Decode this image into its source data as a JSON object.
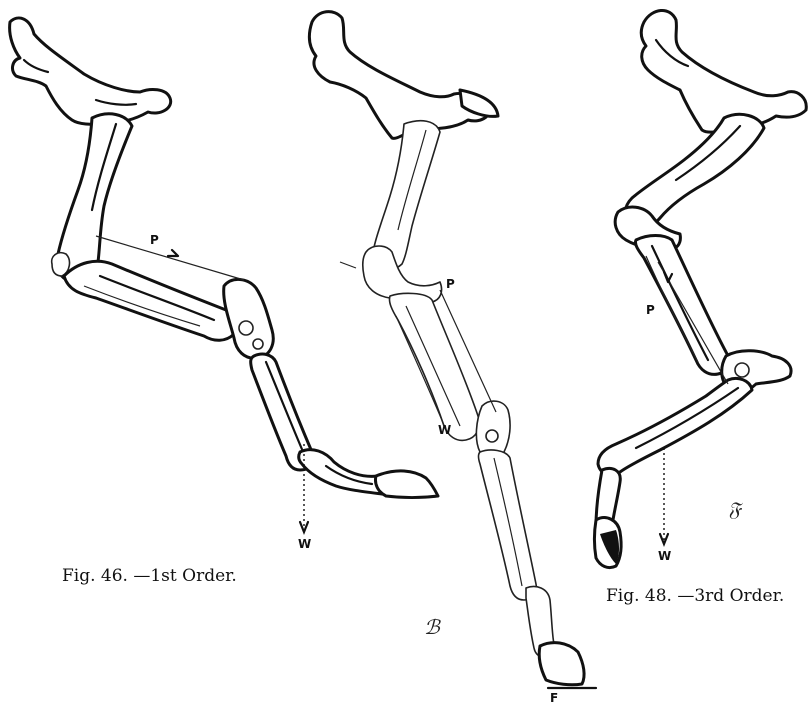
{
  "captions": {
    "fig46": "Fig. 46. —1st Order.",
    "fig48": "Fig. 48. —3rd Order."
  },
  "labels": {
    "fig46_power": "P",
    "fig46_weight": "W",
    "fig47_power": "P",
    "fig47_weight": "W",
    "fig47_fulcrum": "F",
    "fig48_power": "P",
    "fig48_weight": "W"
  }
}
